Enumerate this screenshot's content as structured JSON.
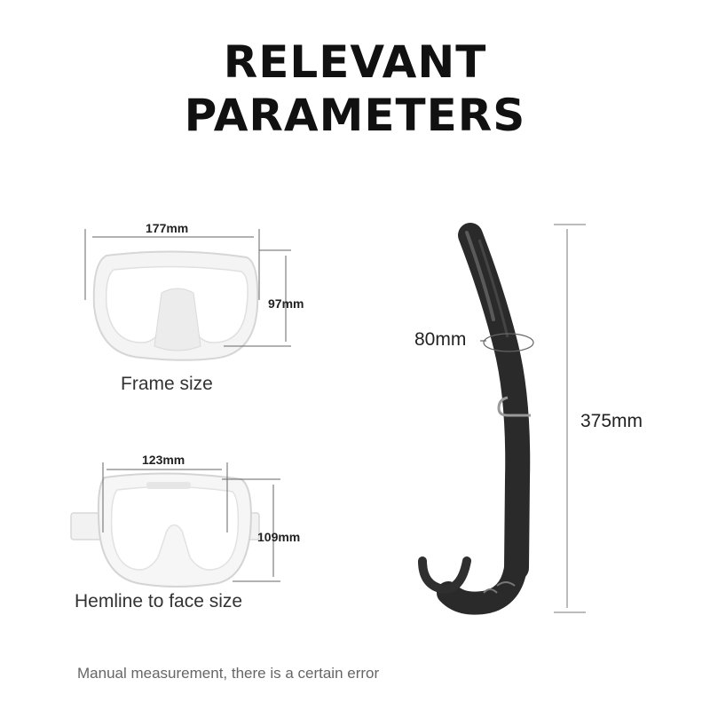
{
  "heading": {
    "line1": "RELEVANT",
    "line2": "PARAMETERS"
  },
  "frame": {
    "width_label": "177mm",
    "height_label": "97mm",
    "caption": "Frame size"
  },
  "hemline": {
    "width_label": "123mm",
    "height_label": "109mm",
    "caption": "Hemline to face size"
  },
  "snorkel": {
    "diameter_label": "80mm",
    "length_label": "375mm"
  },
  "footnote": "Manual measurement, there is a certain error",
  "colors": {
    "mask_frame": "#f4f4f4",
    "mask_edge": "#d8d8d8",
    "snorkel": "#2b2b2b",
    "dimension_line": "#666666"
  }
}
